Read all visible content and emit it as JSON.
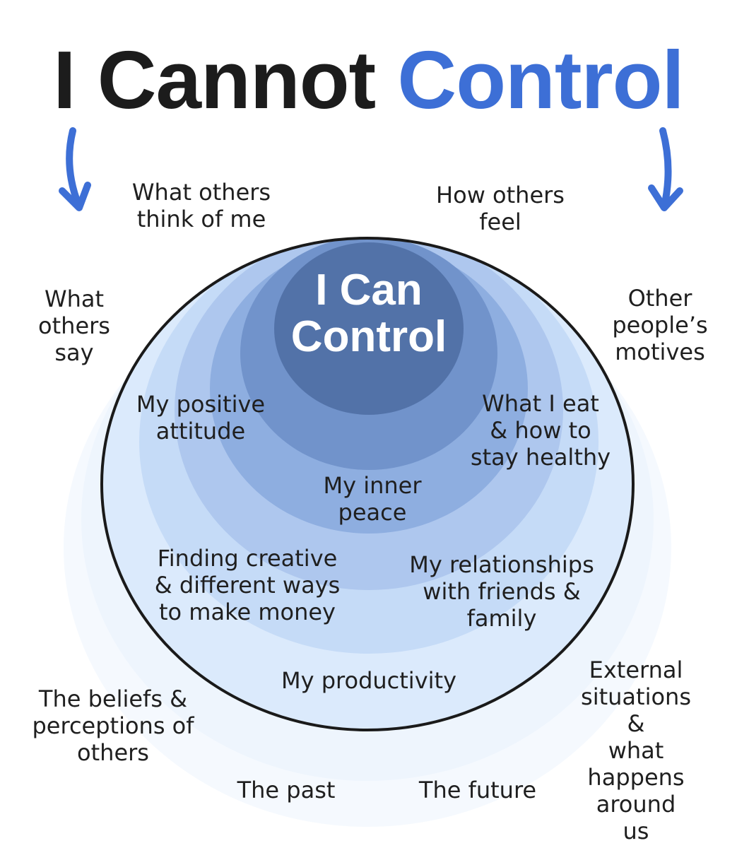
{
  "title": {
    "part1": "I Cannot",
    "part2": "Control"
  },
  "center_label": "I Can\nControl",
  "outside": {
    "what_others_think": "What others\nthink of me",
    "how_others_feel": "How others\nfeel",
    "what_others_say": "What\nothers\nsay",
    "others_motives": "Other\npeople’s\nmotives",
    "beliefs_perceptions": "The beliefs &\nperceptions of\nothers",
    "external_situations": "External\nsituations &\nwhat happens\naround us",
    "the_past": "The past",
    "the_future": "The future"
  },
  "inside": {
    "positive_attitude": "My positive\nattitude",
    "eat_healthy": "What I eat\n& how to\nstay healthy",
    "inner_peace": "My inner\npeace",
    "make_money": "Finding creative\n& different ways\nto make money",
    "relationships": "My relationships\nwith friends &\nfamily",
    "productivity": "My productivity"
  },
  "colors": {
    "title_dark": "#1c1c1c",
    "title_blue": "#3d6fd6",
    "arrow": "#3d6fd6",
    "rings": [
      "#dbeafc",
      "#c5dbf7",
      "#aec7ee",
      "#8eaee0",
      "#7193cb",
      "#5272a8"
    ]
  }
}
